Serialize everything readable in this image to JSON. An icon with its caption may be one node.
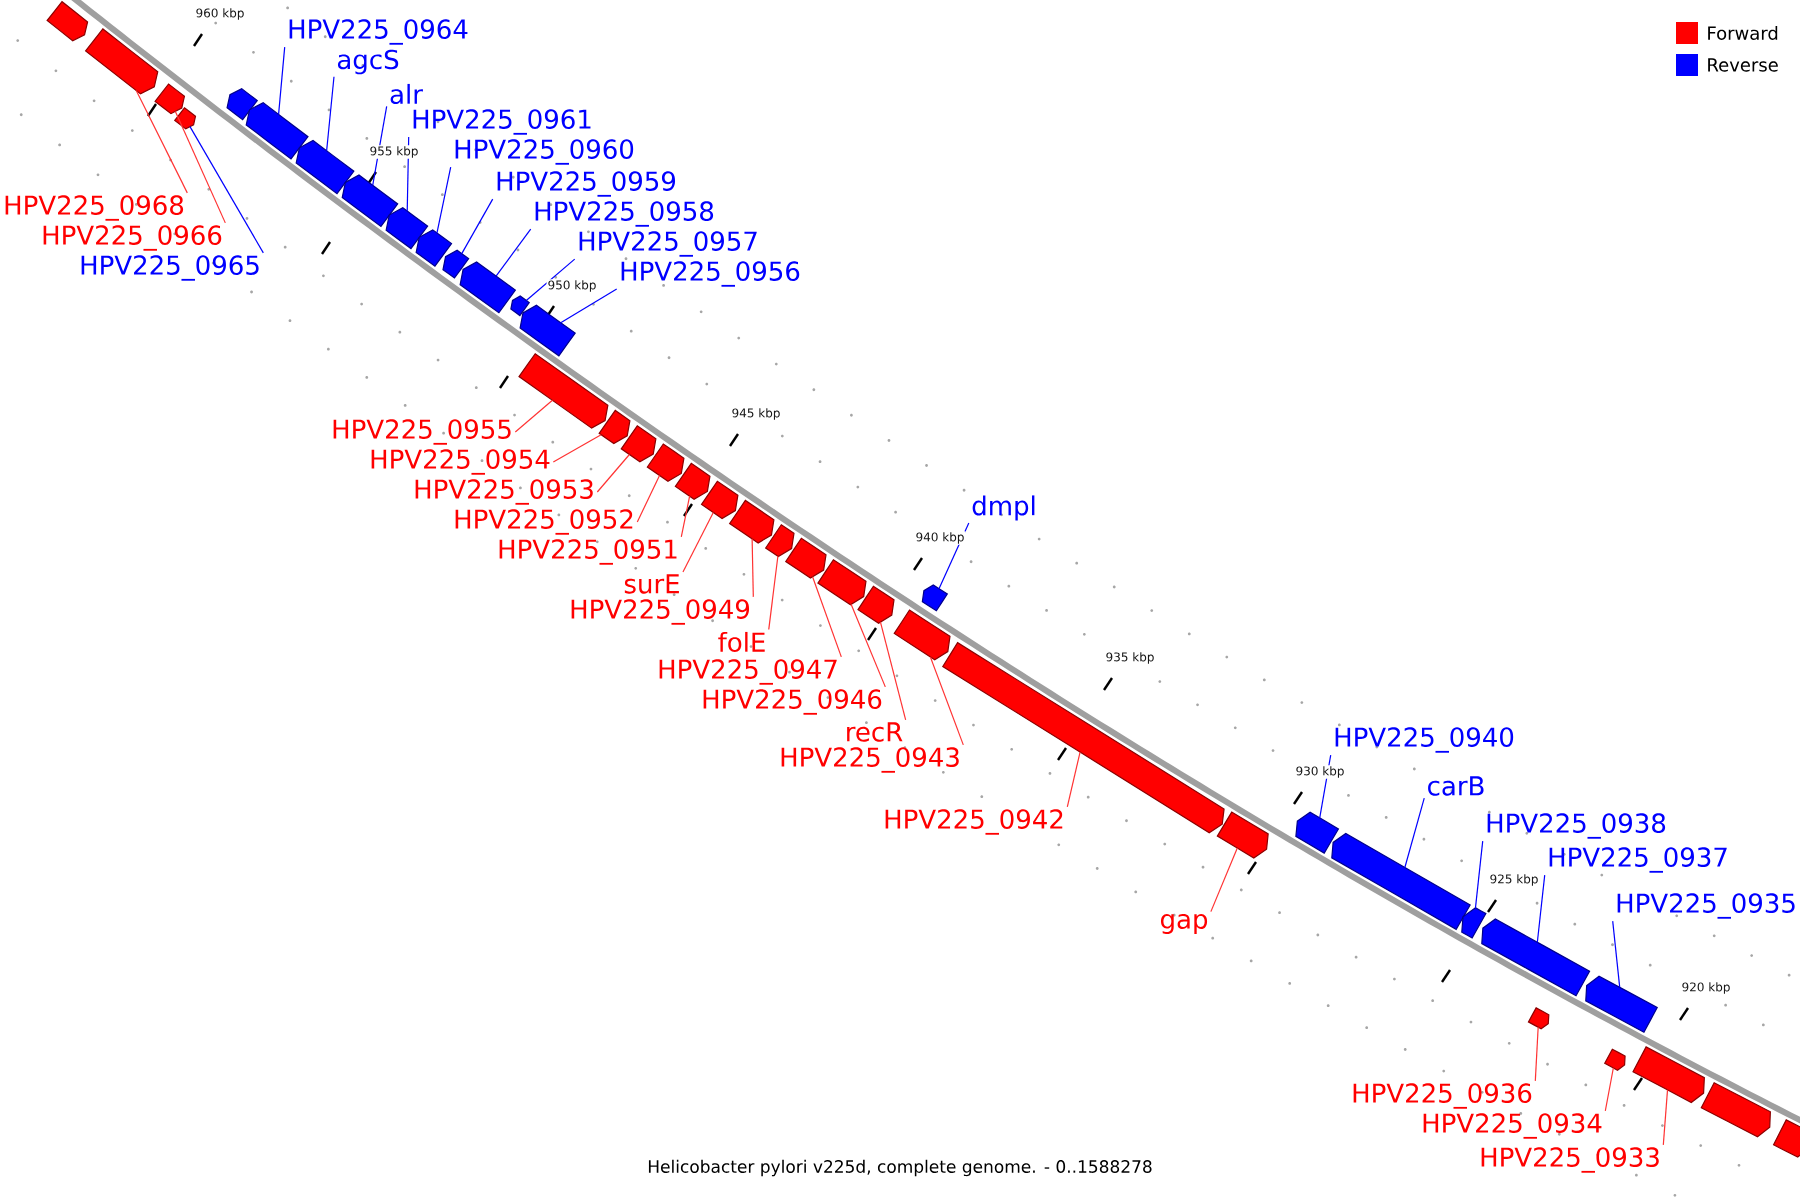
{
  "diagram": {
    "caption": "Helicobacter pylori v225d, complete genome. - 0..1588278",
    "nodes": [
      {
        "text": [
          "HPV225_0968"
        ]
      },
      {
        "text": [
          "HPV225_0966"
        ]
      },
      {
        "text": [
          "HPV225_0965"
        ]
      },
      {
        "text": [
          "HPV225_0964"
        ]
      },
      {
        "text": [
          "agcS"
        ]
      },
      {
        "text": [
          "alr"
        ]
      },
      {
        "text": [
          "HPV225_0961"
        ]
      },
      {
        "text": [
          "HPV225_0960"
        ]
      },
      {
        "text": [
          "HPV225_0959"
        ]
      },
      {
        "text": [
          "HPV225_0958"
        ]
      },
      {
        "text": [
          "HPV225_0957"
        ]
      },
      {
        "text": [
          "HPV225_0956"
        ]
      },
      {
        "text": [
          "HPV225_0955"
        ]
      },
      {
        "text": [
          "HPV225_0954"
        ]
      },
      {
        "text": [
          "HPV225_0953"
        ]
      },
      {
        "text": [
          "HPV225_0952"
        ]
      },
      {
        "text": [
          "HPV225_0951"
        ]
      },
      {
        "text": [
          "surE"
        ]
      },
      {
        "text": [
          "HPV225_0949"
        ]
      },
      {
        "text": [
          "folE"
        ]
      },
      {
        "text": [
          "HPV225_0947"
        ]
      },
      {
        "text": [
          "HPV225_0946"
        ]
      },
      {
        "text": [
          "recR"
        ]
      },
      {
        "text": [
          "HPV225_0943"
        ]
      },
      {
        "text": [
          "dmpl"
        ]
      },
      {
        "text": [
          "HPV225_0942"
        ]
      },
      {
        "text": [
          "gap"
        ]
      },
      {
        "text": [
          "HPV225_0940"
        ]
      },
      {
        "text": [
          "carB"
        ]
      },
      {
        "text": [
          "HPV225_0938"
        ]
      },
      {
        "text": [
          "HPV225_0937"
        ]
      },
      {
        "text": [
          "HPV225_0935"
        ]
      },
      {
        "text": [
          "HPV225_0936"
        ]
      },
      {
        "text": [
          "HPV225_0934"
        ]
      },
      {
        "text": [
          "HPV225_0933"
        ]
      },
      {
        "text": [],
        "shape": "bar"
      },
      {
        "text": [],
        "shape": "bar"
      },
      {
        "text": [],
        "shape": "bar"
      },
      {
        "text": [],
        "shape": "bar"
      },
      {
        "text": [],
        "shape": "bar"
      },
      {
        "text": [],
        "shape": "bar"
      },
      {
        "text": [],
        "shape": "bar"
      },
      {
        "text": [],
        "shape": "bar"
      },
      {
        "text": [],
        "shape": "bar"
      },
      {
        "text": [],
        "shape": "bar"
      },
      {
        "text": [],
        "shape": "bar"
      },
      {
        "text": [],
        "shape": "bar"
      },
      {
        "text": [],
        "shape": "bar"
      },
      {
        "text": [],
        "shape": "bar"
      },
      {
        "text": [],
        "shape": "bar"
      },
      {
        "text": [],
        "shape": "bar"
      },
      {
        "text": [],
        "shape": "bar"
      },
      {
        "text": [],
        "shape": "bar"
      },
      {
        "text": [],
        "shape": "bar"
      },
      {
        "text": [],
        "shape": "bar"
      },
      {
        "text": [],
        "shape": "bar"
      },
      {
        "text": [],
        "shape": "bar"
      },
      {
        "text": [],
        "shape": "bar"
      },
      {
        "text": [],
        "shape": "bar"
      },
      {
        "text": [],
        "shape": "bar"
      },
      {
        "text": [],
        "shape": "bar"
      },
      {
        "text": [],
        "shape": "bar"
      },
      {
        "text": [],
        "shape": "bar"
      },
      {
        "text": [],
        "shape": "bar"
      },
      {
        "text": [],
        "shape": "bar"
      },
      {
        "text": [],
        "shape": "bar"
      },
      {
        "text": [],
        "shape": "bar"
      },
      {
        "text": [],
        "shape": "bar"
      },
      {
        "text": [],
        "shape": "bar"
      },
      {
        "text": [],
        "shape": "bar"
      },
      {
        "text": [],
        "shape": "bar"
      },
      {
        "text": [],
        "shape": "bar"
      },
      {
        "text": [],
        "shape": "bar"
      },
      {
        "text": [],
        "shape": "bar"
      }
    ],
    "edges": [
      {
        "from": 0,
        "to": 36,
        "arrow": "none"
      },
      {
        "from": 1,
        "to": 37,
        "arrow": "none"
      },
      {
        "from": 2,
        "to": 38,
        "arrow": "none",
        "color": "#0000ff"
      },
      {
        "from": 3,
        "to": 40,
        "arrow": "none",
        "color": "#0000ff"
      },
      {
        "from": 4,
        "to": 41,
        "arrow": "none",
        "color": "#0000ff"
      },
      {
        "from": 5,
        "to": 42,
        "arrow": "none",
        "color": "#0000ff"
      },
      {
        "from": 6,
        "to": 43,
        "arrow": "none",
        "color": "#0000ff"
      },
      {
        "from": 7,
        "to": 44,
        "arrow": "none",
        "color": "#0000ff"
      },
      {
        "from": 8,
        "to": 45,
        "arrow": "none",
        "color": "#0000ff"
      },
      {
        "from": 9,
        "to": 46,
        "arrow": "none",
        "color": "#0000ff"
      },
      {
        "from": 10,
        "to": 47,
        "arrow": "none",
        "color": "#0000ff"
      },
      {
        "from": 11,
        "to": 48,
        "arrow": "none",
        "color": "#0000ff"
      },
      {
        "from": 12,
        "to": 49,
        "arrow": "none"
      },
      {
        "from": 13,
        "to": 50,
        "arrow": "none"
      },
      {
        "from": 14,
        "to": 51,
        "arrow": "none"
      },
      {
        "from": 15,
        "to": 52,
        "arrow": "none"
      },
      {
        "from": 16,
        "to": 53,
        "arrow": "none"
      },
      {
        "from": 17,
        "to": 54,
        "arrow": "none"
      },
      {
        "from": 18,
        "to": 55,
        "arrow": "none"
      },
      {
        "from": 19,
        "to": 56,
        "arrow": "none"
      },
      {
        "from": 20,
        "to": 57,
        "arrow": "none"
      },
      {
        "from": 21,
        "to": 58,
        "arrow": "none"
      },
      {
        "from": 22,
        "to": 59,
        "arrow": "none"
      },
      {
        "from": 23,
        "to": 60,
        "arrow": "none"
      },
      {
        "from": 24,
        "to": 61,
        "arrow": "none",
        "color": "#0000ff"
      },
      {
        "from": 25,
        "to": 62,
        "arrow": "none"
      },
      {
        "from": 26,
        "to": 63,
        "arrow": "none"
      },
      {
        "from": 27,
        "to": 64,
        "arrow": "none",
        "color": "#0000ff"
      },
      {
        "from": 28,
        "to": 65,
        "arrow": "none",
        "color": "#0000ff"
      },
      {
        "from": 29,
        "to": 66,
        "arrow": "none",
        "color": "#0000ff"
      },
      {
        "from": 30,
        "to": 67,
        "arrow": "none",
        "color": "#0000ff"
      },
      {
        "from": 31,
        "to": 69,
        "arrow": "none",
        "color": "#0000ff"
      },
      {
        "from": 32,
        "to": 68,
        "arrow": "none"
      },
      {
        "from": 33,
        "to": 70,
        "arrow": "none"
      },
      {
        "from": 34,
        "to": 71,
        "arrow": "none"
      }
    ],
    "labels": [
      "960 kbp",
      "955 kbp",
      "950 kbp",
      "945 kbp",
      "940 kbp",
      "935 kbp",
      "930 kbp",
      "925 kbp",
      "920 kbp"
    ],
    "legend": [
      {
        "text": "Forward",
        "color": "#ff0000"
      },
      {
        "text": "Reverse",
        "color": "#0000ff"
      }
    ]
  }
}
